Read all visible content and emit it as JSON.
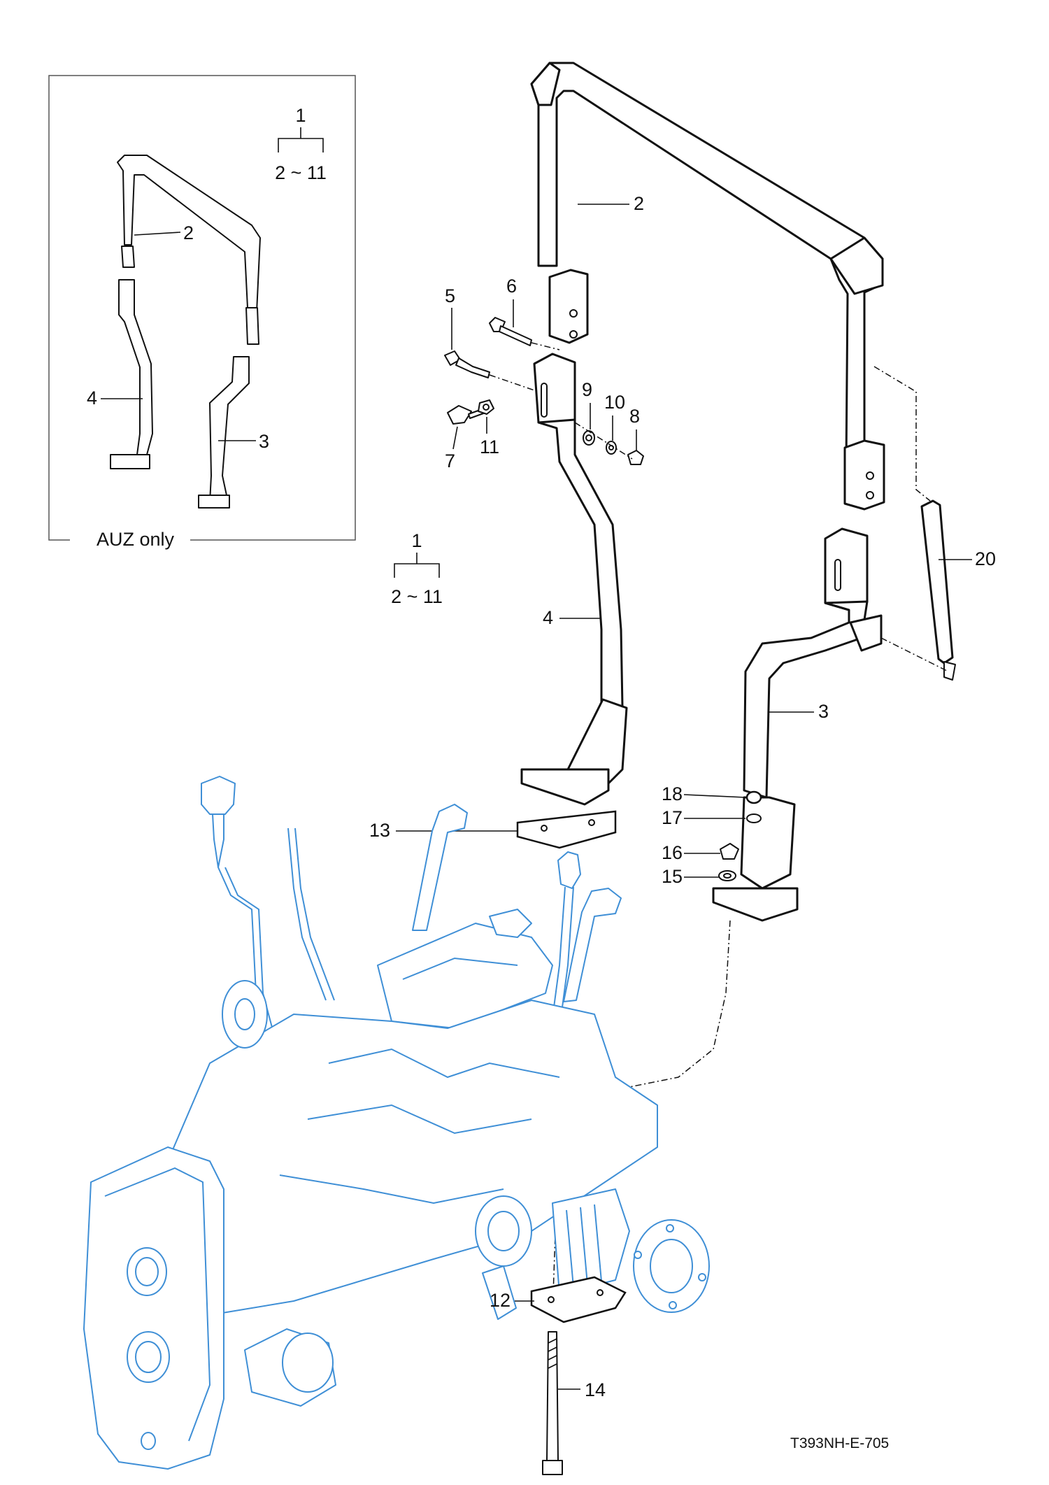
{
  "inset": {
    "assembly_no": "1",
    "range": "2 ~ 11",
    "note": "AUZ only",
    "callouts": {
      "c2": "2",
      "c3": "3",
      "c4": "4"
    }
  },
  "main": {
    "assembly_no": "1",
    "range": "2 ~ 11",
    "callouts": {
      "c2": "2",
      "c3": "3",
      "c4": "4",
      "c5": "5",
      "c6": "6",
      "c7": "7",
      "c8": "8",
      "c9": "9",
      "c10": "10",
      "c11": "11",
      "c12": "12",
      "c13": "13",
      "c14": "14",
      "c15": "15",
      "c16": "16",
      "c17": "17",
      "c18": "18",
      "c20": "20"
    }
  },
  "figure_code": "T393NH-E-705",
  "colors": {
    "line": "#111111",
    "background_unit": "#3f8fd6"
  }
}
